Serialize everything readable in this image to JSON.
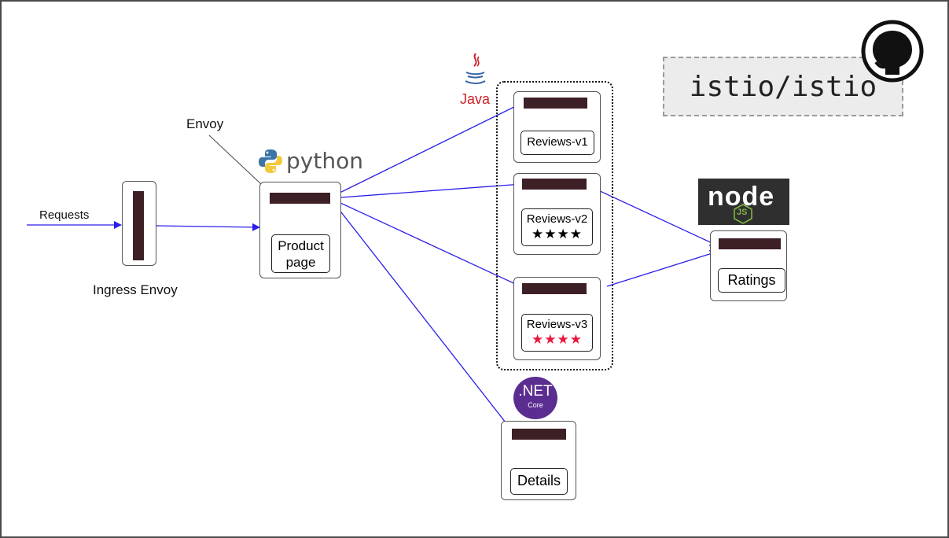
{
  "labels": {
    "requests": "Requests",
    "ingress_envoy": "Ingress Envoy",
    "envoy": "Envoy"
  },
  "repo": {
    "text": "istio/istio"
  },
  "services": {
    "productpage": {
      "line1": "Product",
      "line2": "page",
      "language": "python"
    },
    "reviews_v1": {
      "label": "Reviews-v1",
      "language": "Java"
    },
    "reviews_v2": {
      "label": "Reviews-v2",
      "stars": "★★★★",
      "star_color": "#000000"
    },
    "reviews_v3": {
      "label": "Reviews-v3",
      "stars": "★★★★",
      "star_color": "#e8173f"
    },
    "ratings": {
      "label": "Ratings",
      "language": "node"
    },
    "details": {
      "label": "Details",
      "language": ".NET",
      "language_sub": "Core"
    }
  },
  "logos": {
    "python_text": "python",
    "java_text": "Java",
    "node_text": "node",
    "node_badge": "JS",
    "dotnet_text": ".NET",
    "dotnet_sub": "Core"
  },
  "colors": {
    "arrow": "#2a1fe8",
    "sidecar": "#3d1f26",
    "java_red": "#d0202b",
    "dotnet_purple": "#5c2d91",
    "node_green": "#7fb542"
  }
}
